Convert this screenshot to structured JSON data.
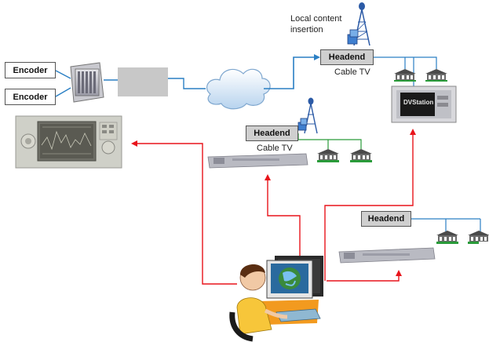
{
  "encoders": {
    "top_label": "Encoder",
    "bottom_label": "Encoder"
  },
  "local_insertion": {
    "line1": "Local content",
    "line2": "insertion"
  },
  "headend_top": {
    "label": "Headend",
    "caption": "Cable TV"
  },
  "headend_mid": {
    "label": "Headend",
    "caption": "Cable TV"
  },
  "headend_bottom": {
    "label": "Headend"
  },
  "device": {
    "screen_text": "DVStation"
  },
  "colors": {
    "blue_link": "#2a7fc4",
    "red_link": "#e8141b",
    "green_link": "#2a9b3a",
    "box_gray": "#cfcfcf"
  }
}
